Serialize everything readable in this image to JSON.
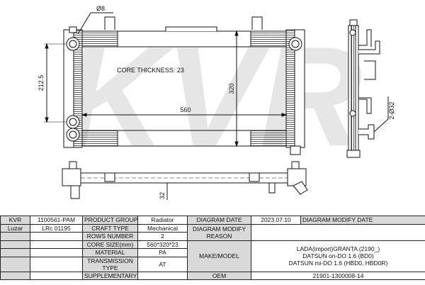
{
  "watermark": "KVR",
  "drawing": {
    "pipe_diameter": "Ø8",
    "height_dim": "212.5",
    "core_height_dim": "320",
    "core_width_dim": "560",
    "core_thickness_note": "CORE THICKNESS: 23",
    "depth_dim": "32",
    "side_pipe_dim": "2-Ø32"
  },
  "spec_table": {
    "brand": "KVR",
    "part_no": "1100561-PAM",
    "product_group_label": "PRODUCT GROUP",
    "product_group_value": "Radiator",
    "diagram_date_label": "DIAGRAM DATE",
    "diagram_date_value": "2023.07.10",
    "diagram_modify_date_label": "DIAGRAM MODIFY DATE",
    "cross_brand": "Luzar",
    "cross_part_no": "LRc 01195",
    "craft_type_label": "CRAFT TYPE",
    "craft_type_value": "Mechanical",
    "diagram_modify_reason_label": "DIAGRAM MODIFY REASON",
    "rows_number_label": "ROWS NUMBER",
    "rows_number_value": "2",
    "core_size_label": "CORE SIZE(mm)",
    "core_size_value": "560*320*23",
    "make_model_label": "MAKE/MODEL",
    "make_model_lines": [
      "LADA(import)GRANTA (2190_)",
      "DATSUN  on-DO 1.6 (BD0)",
      "DATSUN  mi-DO 1.6 (HBD0, HBD0R)"
    ],
    "material_label": "MATERIAL",
    "material_value": "PA",
    "transmission_type_label": "TRANSMISSION TYPE",
    "transmission_type_value": "AT",
    "oem_label": "OEM",
    "oem_value": "21901-1300008-14",
    "supplementary_label": "SUPPLEMENTARY"
  }
}
